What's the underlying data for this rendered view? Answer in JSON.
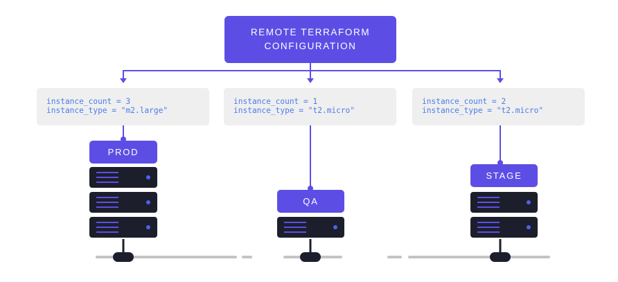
{
  "top_box": {
    "line1": "REMOTE TERRAFORM",
    "line2": "CONFIGURATION"
  },
  "configs": [
    {
      "line1": "instance_count = 3",
      "line2": "instance_type = \"m2.large\""
    },
    {
      "line1": "instance_count = 1",
      "line2": "instance_type = \"t2.micro\""
    },
    {
      "line1": "instance_count = 2",
      "line2": "instance_type = \"t2.micro\""
    }
  ],
  "environments": [
    {
      "label": "PROD",
      "server_count": 3
    },
    {
      "label": "QA",
      "server_count": 1
    },
    {
      "label": "STAGE",
      "server_count": 2
    }
  ],
  "colors": {
    "accent": "#5c4ee5",
    "code_text": "#4b7de8",
    "server": "#1c1f2b",
    "config_bg": "#efefef",
    "ground": "#c4c4c4"
  }
}
